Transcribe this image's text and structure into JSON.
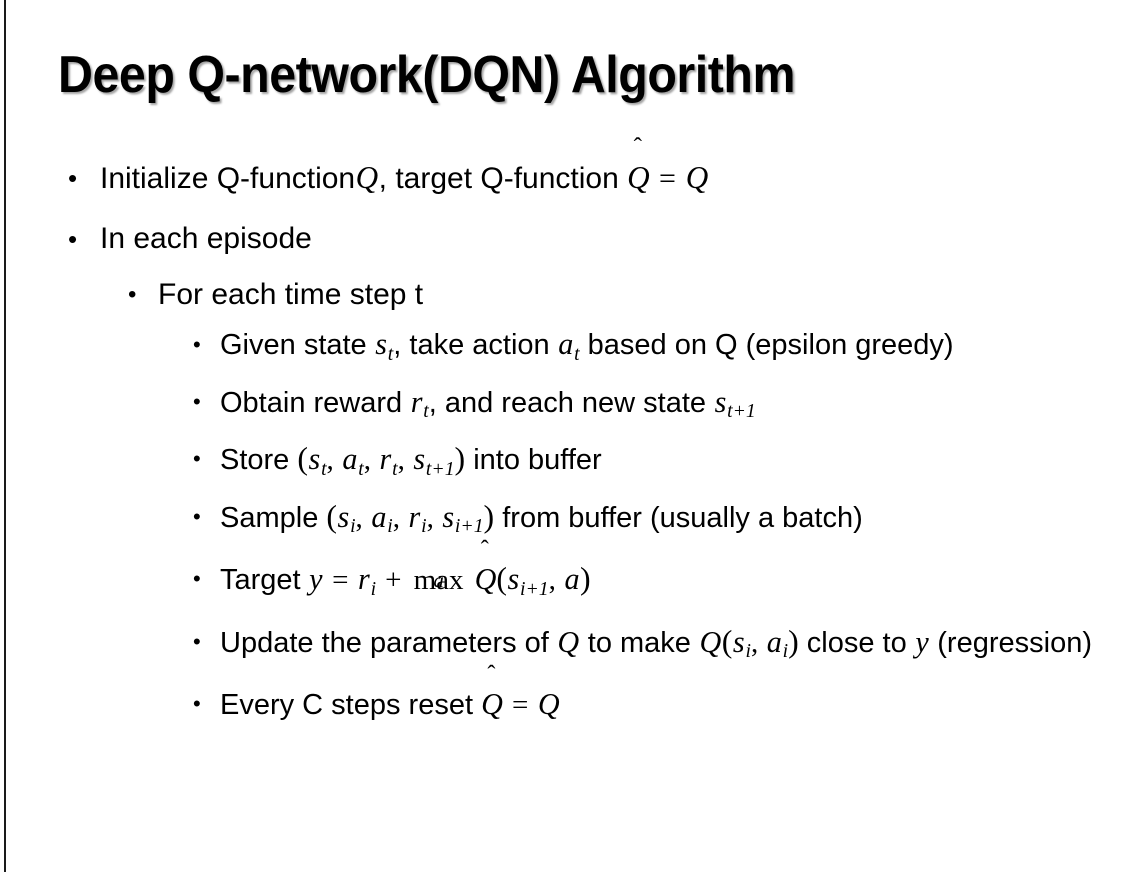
{
  "slide": {
    "title": "Deep Q-network(DQN) Algorithm",
    "background_color": "#ffffff",
    "text_color": "#000000",
    "accent_rule_color": "#1a1a1a"
  },
  "bullets": {
    "l1_initialize_pre": "Initialize Q-function",
    "l1_initialize_mid": ", target Q-function",
    "l1_in_each_episode": "In each episode",
    "l2_for_each_time_step": "For each time step t",
    "l3_given_state_pre": "Given state",
    "l3_given_state_mid": ", take action",
    "l3_given_state_post": "based on Q (epsilon greedy)",
    "l3_obtain_pre": "Obtain reward",
    "l3_obtain_mid": ", and reach new state",
    "l3_store_pre": "Store",
    "l3_store_post": "into buffer",
    "l3_sample_pre": "Sample",
    "l3_sample_post": "from buffer (usually a batch)",
    "l3_target_pre": "Target",
    "l3_update_pre": "Update the parameters of",
    "l3_update_mid": "to make",
    "l3_update_post": "close to",
    "l3_update_end": "(regression)",
    "l3_every_c_pre": "Every C steps reset"
  },
  "symbols": {
    "bullet_dot": "•",
    "Q": "Q",
    "Q_hat_base": "Q",
    "hat": "̂",
    "hat_glyph": "ˆ",
    "equals": "=",
    "plus": "+",
    "s": "s",
    "a": "a",
    "r": "r",
    "y": "y",
    "t": "t",
    "i": "i",
    "sub_t": "t",
    "sub_i": "i",
    "sub_t_plus_1": "t+1",
    "sub_i_plus_1": "i+1",
    "max": "max",
    "lparen": "(",
    "rparen": ")",
    "comma": ",",
    "one": "1"
  }
}
